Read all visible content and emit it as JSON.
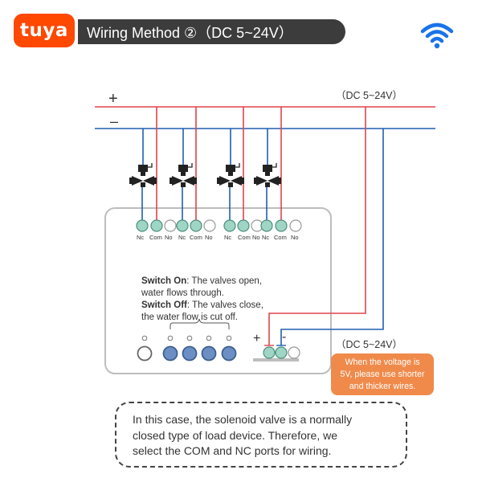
{
  "header": {
    "brand": "tuya",
    "title": "Wiring Method ②（DC 5~24V）"
  },
  "icons": {
    "wifi": "wifi-icon",
    "valve": "solenoid-valve-icon"
  },
  "rails": {
    "plus": "+",
    "minus": "–",
    "supply_top": "（DC 5~24V）",
    "supply_bottom": "（DC 5~24V）"
  },
  "ports": {
    "group1": [
      "Nc",
      "Com",
      "No"
    ],
    "group2": [
      "Nc",
      "Com",
      "No"
    ],
    "group3": [
      "Nc",
      "Com",
      "No"
    ],
    "group4": [
      "Nc",
      "Com",
      "No"
    ]
  },
  "power_input": {
    "plus": "+",
    "minus": "-"
  },
  "description": {
    "on_label": "Switch On",
    "on_text": ": The valves open,",
    "on_text2": "water flows through.",
    "off_label": "Switch Off",
    "off_text": ": The valves close,",
    "off_text2": "the water flow is cut off."
  },
  "warning": {
    "line1": "When the voltage is",
    "line2": "5V, please use shorter",
    "line3": "and thicker wires."
  },
  "note": {
    "line1": "In this case, the solenoid valve is a normally",
    "line2": "closed type of load device. Therefore, we",
    "line3": "select the COM and NC ports for wiring."
  },
  "colors": {
    "brand": "#ff4800",
    "positive": "#e0454b",
    "negative": "#1f5fb0",
    "terminal": "#9fd5c5",
    "button": "#6b8fc4",
    "warning": "#f08a4b"
  }
}
